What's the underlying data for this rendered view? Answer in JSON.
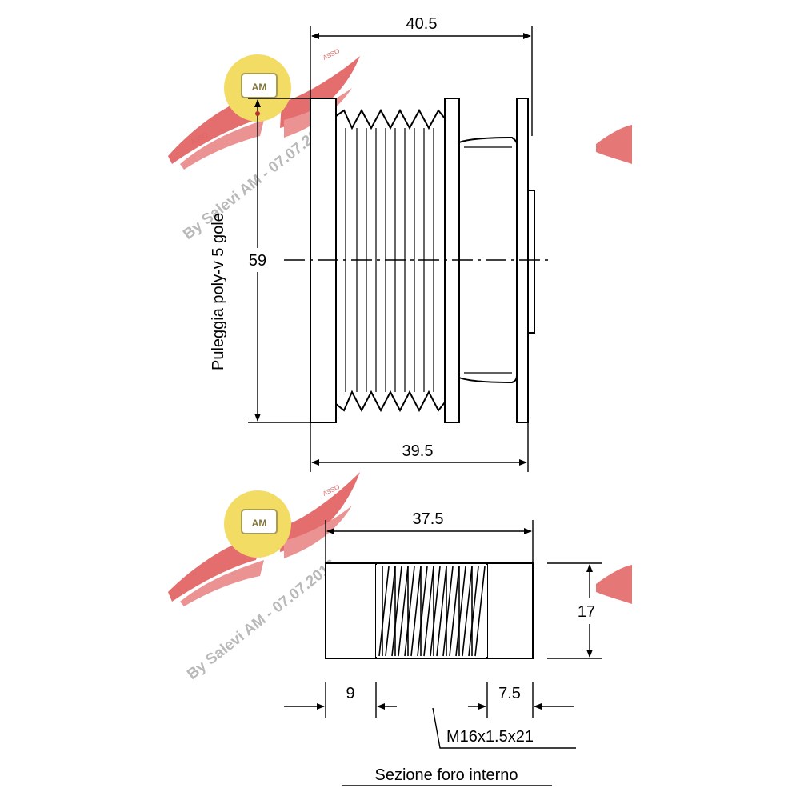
{
  "drawing": {
    "dim_top_width": "40.5",
    "dim_bottom_width": "39.5",
    "dim_height": "59",
    "pulley_label": "Puleggia poly-v 5 gole",
    "section_length": "37.5",
    "section_height": "17",
    "section_left": "9",
    "section_right": "7.5",
    "thread_spec": "M16x1.5x21",
    "section_title": "Sezione foro interno"
  },
  "watermark": {
    "text_1": "By Salevi AM - 07.07.2016",
    "text_2": "By Salevi AM - 07.07.2016",
    "wing_text": "ASSO",
    "logo_text": "AM"
  },
  "colors": {
    "line": "#000000",
    "watermark_red": "#d93a3a",
    "watermark_yellow": "#f2d64a",
    "watermark_gray": "#b9b9b9"
  }
}
